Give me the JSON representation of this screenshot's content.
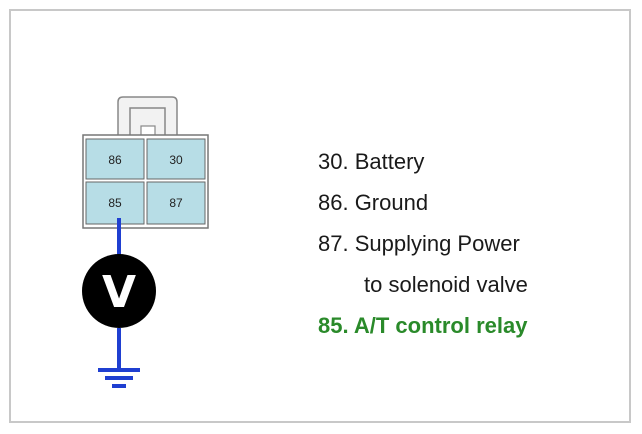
{
  "connector": {
    "pins": [
      {
        "id": "pin-86",
        "label": "86"
      },
      {
        "id": "pin-30",
        "label": "30"
      },
      {
        "id": "pin-85",
        "label": "85"
      },
      {
        "id": "pin-87",
        "label": "87"
      }
    ]
  },
  "meter": {
    "symbol": "V",
    "icon": "voltmeter-icon"
  },
  "ground": {
    "icon": "ground-icon"
  },
  "legend": {
    "line1": "30. Battery",
    "line2": "86. Ground",
    "line3": "87. Supplying Power",
    "line4": "to solenoid valve",
    "line5": "85. A/T control relay"
  },
  "colors": {
    "pin_fill": "#b7dde6",
    "wire": "#1f3fd1",
    "highlight": "#2a8a2a"
  }
}
